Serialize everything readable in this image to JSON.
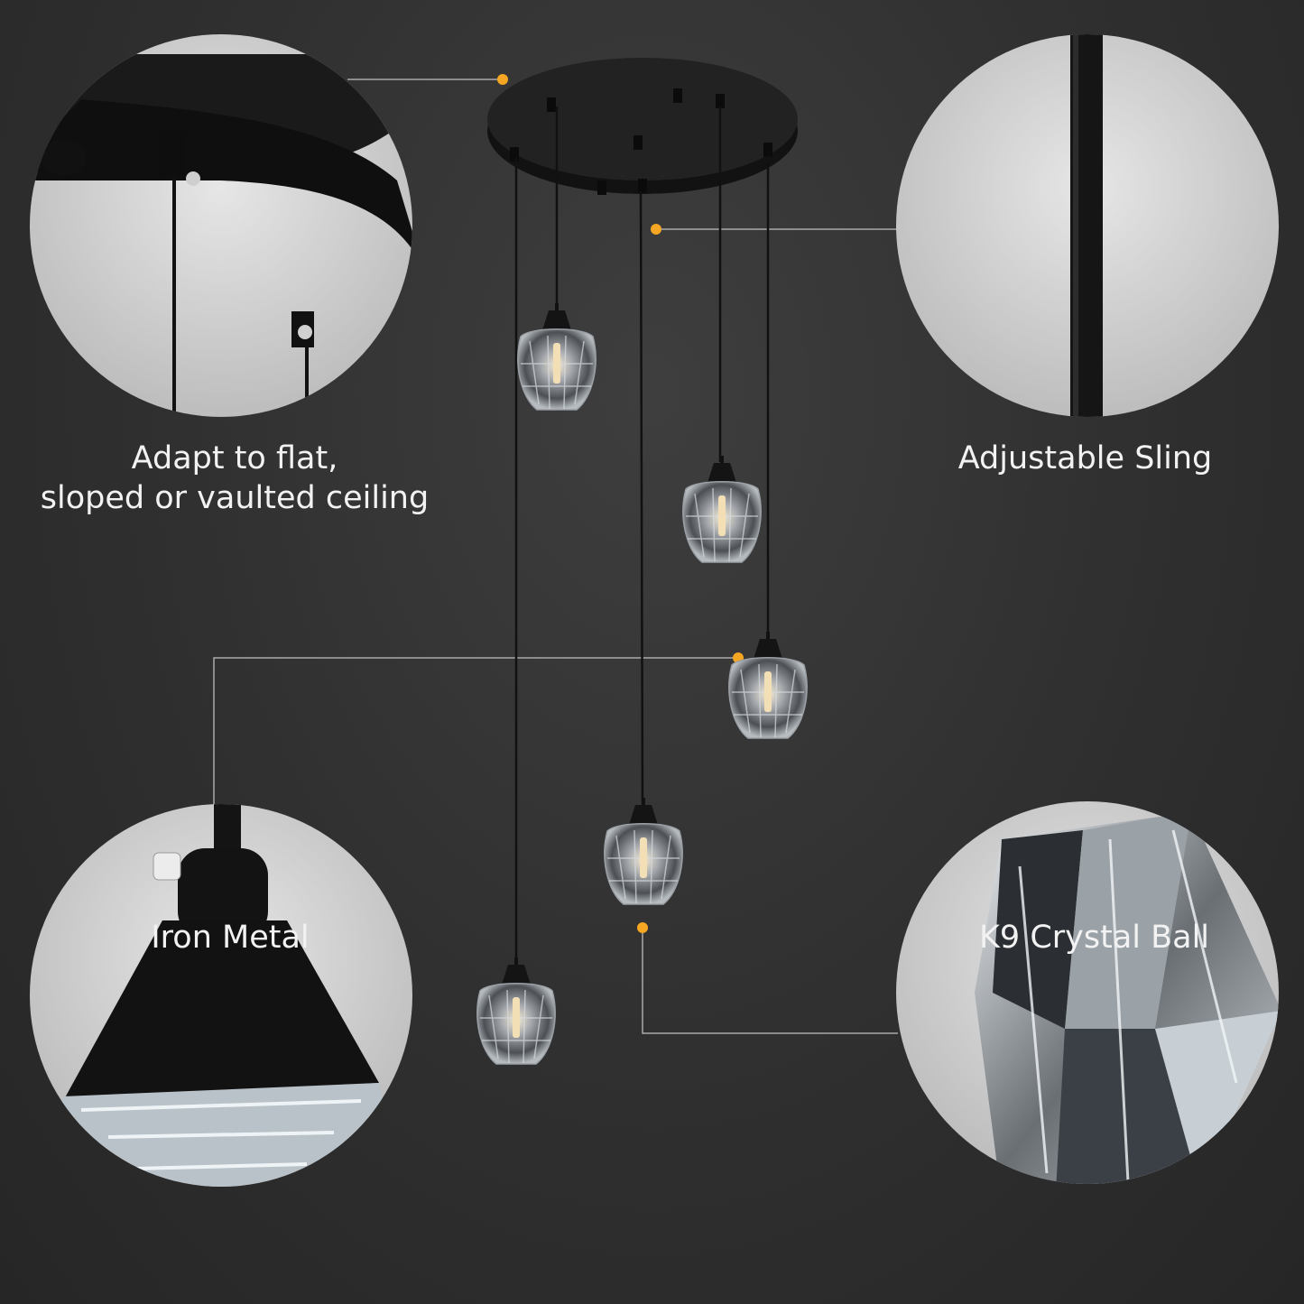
{
  "captions": {
    "top_left": [
      "Adapt to flat,",
      "sloped or vaulted ceiling"
    ],
    "top_right": "Adjustable Sling",
    "bottom_left": "Iron Metal",
    "bottom_right": "K9 Crystal Ball"
  },
  "colors": {
    "background": "#333333",
    "accent_dot": "#f5a623",
    "detail_circle": "#d9d9d9",
    "fixture_black": "#141414"
  },
  "icons": [
    "canopy-detail",
    "sling-cord-detail",
    "iron-shade-detail",
    "k9-crystal-detail"
  ]
}
